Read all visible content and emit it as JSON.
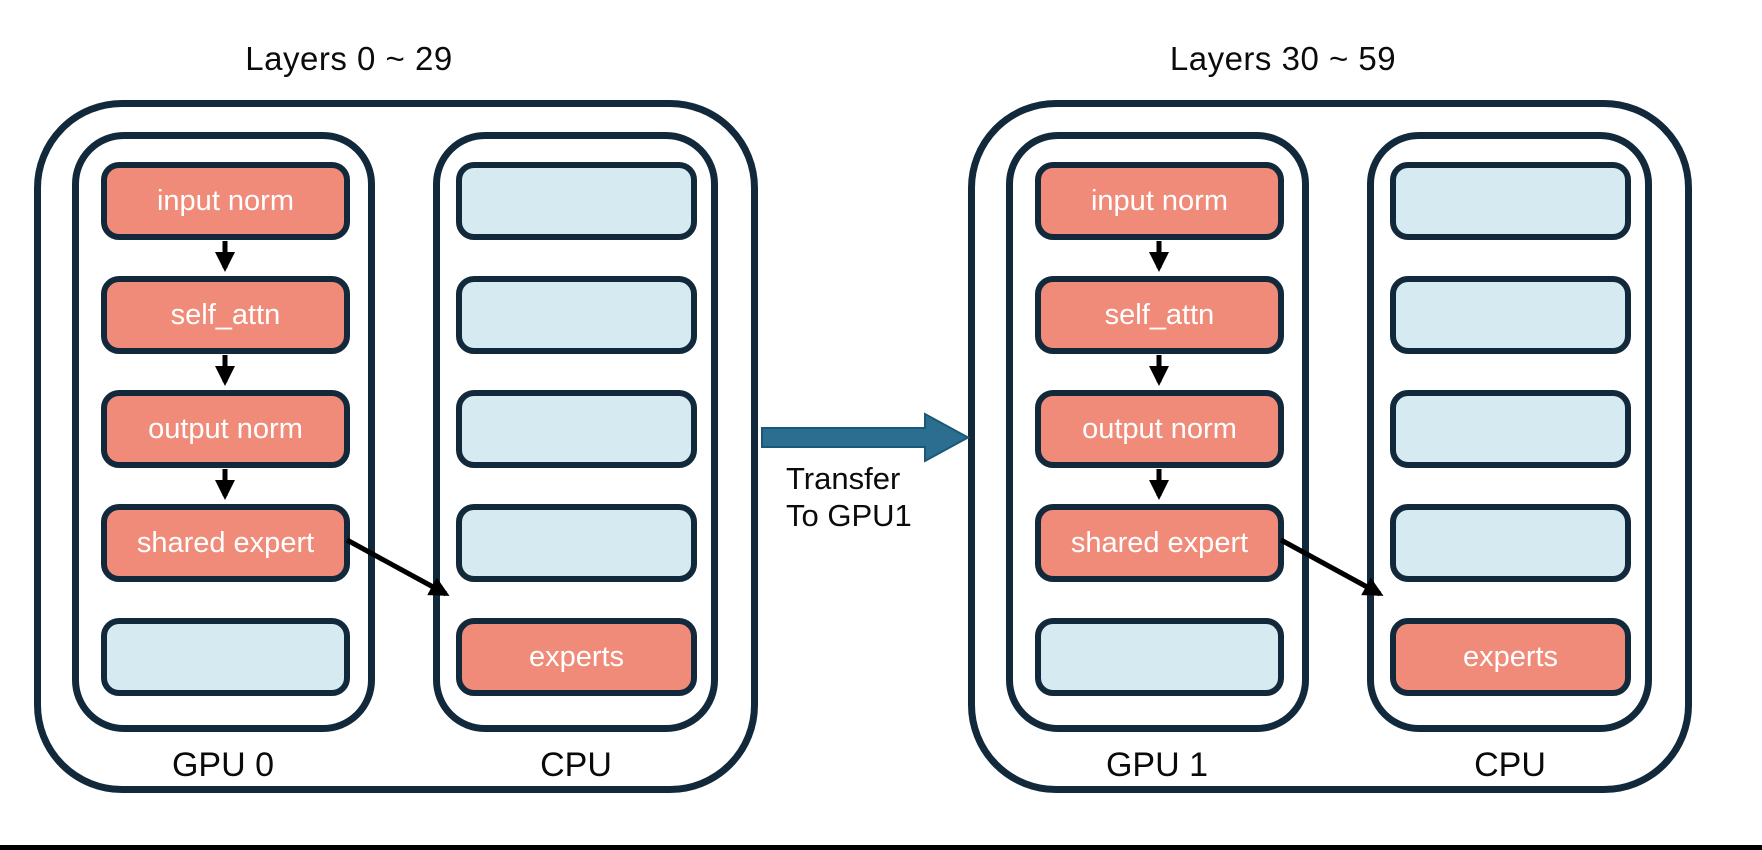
{
  "colors": {
    "border_navy": "#12293B",
    "salmon_fill": "#F08B7A",
    "light_blue_fill": "#D6EAF1",
    "transfer_arrow_teal": "#2C6E8F",
    "connector_black": "#000000",
    "text_dark": "#0b0b0b",
    "box_text_white": "#ffffff"
  },
  "groups": [
    {
      "title": "Layers 0 ~ 29",
      "gpu_label": "GPU 0",
      "cpu_label": "CPU",
      "gpu_boxes": [
        {
          "label": "input norm",
          "type": "salmon"
        },
        {
          "label": "self_attn",
          "type": "salmon"
        },
        {
          "label": "output norm",
          "type": "salmon"
        },
        {
          "label": "shared expert",
          "type": "salmon"
        },
        {
          "label": "",
          "type": "blue"
        }
      ],
      "cpu_boxes": [
        {
          "label": "",
          "type": "blue"
        },
        {
          "label": "",
          "type": "blue"
        },
        {
          "label": "",
          "type": "blue"
        },
        {
          "label": "",
          "type": "blue"
        },
        {
          "label": "experts",
          "type": "salmon"
        }
      ]
    },
    {
      "title": "Layers 30 ~ 59",
      "gpu_label": "GPU 1",
      "cpu_label": "CPU",
      "gpu_boxes": [
        {
          "label": "input norm",
          "type": "salmon"
        },
        {
          "label": "self_attn",
          "type": "salmon"
        },
        {
          "label": "output norm",
          "type": "salmon"
        },
        {
          "label": "shared expert",
          "type": "salmon"
        },
        {
          "label": "",
          "type": "blue"
        }
      ],
      "cpu_boxes": [
        {
          "label": "",
          "type": "blue"
        },
        {
          "label": "",
          "type": "blue"
        },
        {
          "label": "",
          "type": "blue"
        },
        {
          "label": "",
          "type": "blue"
        },
        {
          "label": "experts",
          "type": "salmon"
        }
      ]
    }
  ],
  "transfer": {
    "line1": "Transfer",
    "line2": "To GPU1"
  }
}
